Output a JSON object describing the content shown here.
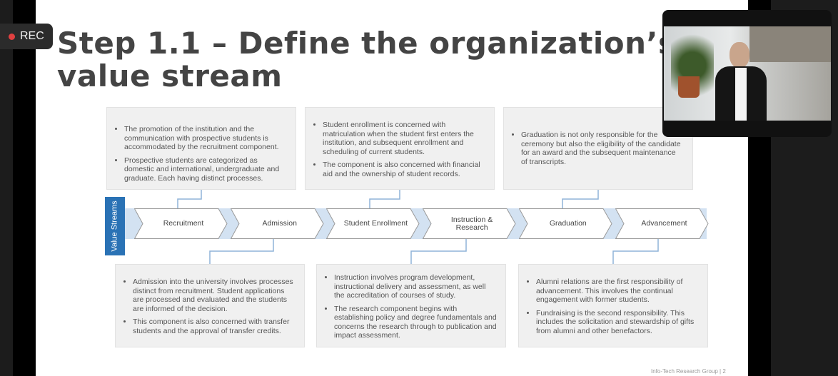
{
  "recording": {
    "label": "REC",
    "color": "#e04040"
  },
  "slide": {
    "title_line1": "Step 1.1 – Define the organization’s",
    "title_line2": "value stream",
    "side_label": "Value Streams",
    "stages": [
      "Recruitment",
      "Admission",
      "Student Enrollment",
      "Instruction & Research",
      "Graduation",
      "Advancement"
    ],
    "top_boxes": [
      [
        "The promotion of the institution and the communication with prospective students is accommodated by the recruitment component.",
        "Prospective students are categorized as domestic and international, undergraduate and graduate. Each having distinct processes."
      ],
      [
        "Student enrollment is concerned with matriculation when the student first enters the institution, and subsequent enrollment and scheduling of current students.",
        "The component is also concerned with financial aid and the ownership of student records."
      ],
      [
        "Graduation is not only responsible for the ceremony but also the eligibility of the candidate for an award and the subsequent maintenance of transcripts."
      ]
    ],
    "bottom_boxes": [
      [
        "Admission into the university involves processes distinct from recruitment. Student applications are processed and evaluated and the students are informed of the decision.",
        "This component is also concerned with transfer students and the approval of transfer credits."
      ],
      [
        "Instruction involves program development, instructional delivery and assessment, as well the accreditation of courses of study.",
        "The research component begins with establishing policy and degree fundamentals and concerns the research through to publication and impact assessment."
      ],
      [
        "Alumni relations are the first responsibility of advancement. This involves the continual engagement with former students.",
        "Fundraising is the second responsibility. This includes the solicitation and stewardship of gifts from alumni and other benefactors."
      ]
    ],
    "footer": "Info-Tech Research Group | 2",
    "accent": "#2a72b5"
  }
}
